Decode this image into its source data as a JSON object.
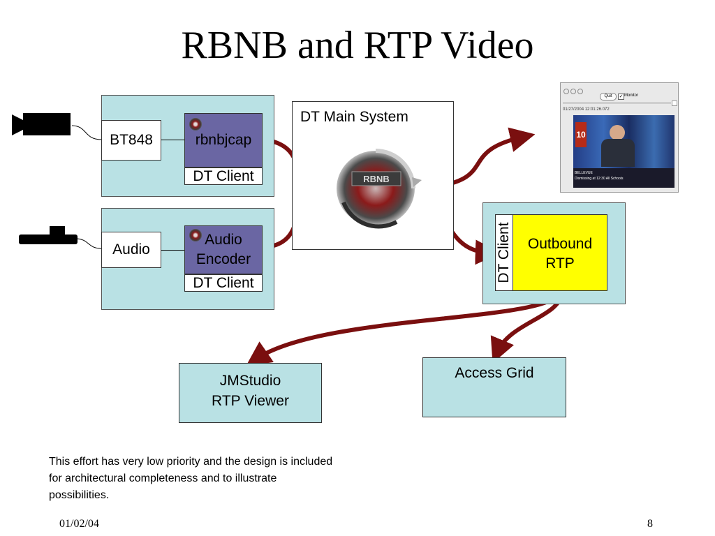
{
  "title": "RBNB and RTP Video",
  "capture": {
    "source_label": "BT848",
    "app_label": "rbnbjcap",
    "client_label": "DT Client"
  },
  "audio": {
    "source_label": "Audio",
    "encoder_line1": "Audio",
    "encoder_line2": "Encoder",
    "client_label": "DT Client"
  },
  "main": {
    "label": "DT Main System",
    "logo_text": "RBNB"
  },
  "outbound": {
    "client_label": "DT Client",
    "line1": "Outbound",
    "line2": "RTP"
  },
  "viewer": {
    "line1": "JMStudio",
    "line2": "RTP Viewer"
  },
  "access_grid": {
    "label": "Access Grid"
  },
  "monitor_window": {
    "quit_label": "Quit",
    "monitor_label": "Monitor",
    "timestamp": "01/27/2004 12:01:26.072",
    "channel": "10",
    "caption_line1": "BELLEVUE",
    "caption_line2": "Dismissing at 12:30 All Schools"
  },
  "note": "This effort has very low priority and the design is included for architectural completeness and to illustrate possibilities.",
  "footer": {
    "date": "01/02/04",
    "page": "8"
  },
  "colors": {
    "panel": "#b9e1e4",
    "purple": "#6a66a3",
    "yellow": "#ffff00",
    "arrow": "#7a0f0f"
  }
}
